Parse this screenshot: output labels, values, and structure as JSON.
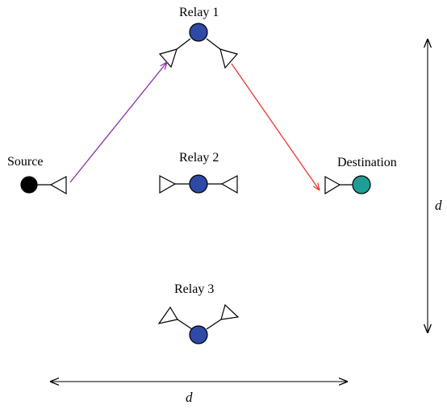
{
  "labels": {
    "source": "Source",
    "relay1": "Relay 1",
    "relay2": "Relay 2",
    "relay3": "Relay 3",
    "destination": "Destination",
    "dim_horizontal": "d",
    "dim_vertical": "d"
  },
  "colors": {
    "source_node": "#000000",
    "relay_node": "#2e4aa6",
    "destination_node": "#1f9e97",
    "source_to_relay_link": "#8b2fa8",
    "relay_to_destination_link": "#e8362a",
    "outline": "#000000"
  }
}
